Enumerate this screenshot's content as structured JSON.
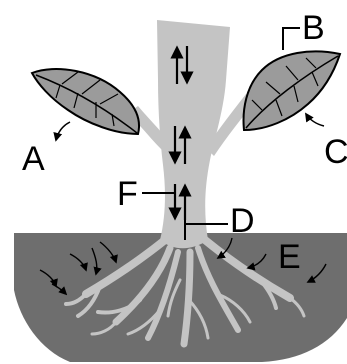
{
  "labels": {
    "a": "A",
    "b": "B",
    "c": "C",
    "d": "D",
    "e": "E",
    "f": "F"
  },
  "colors": {
    "soil": "#6e6e6e",
    "plant": "#c4c4c4",
    "leaf": "#9b9b9b",
    "outline": "#000000",
    "background": "#ffffff"
  }
}
